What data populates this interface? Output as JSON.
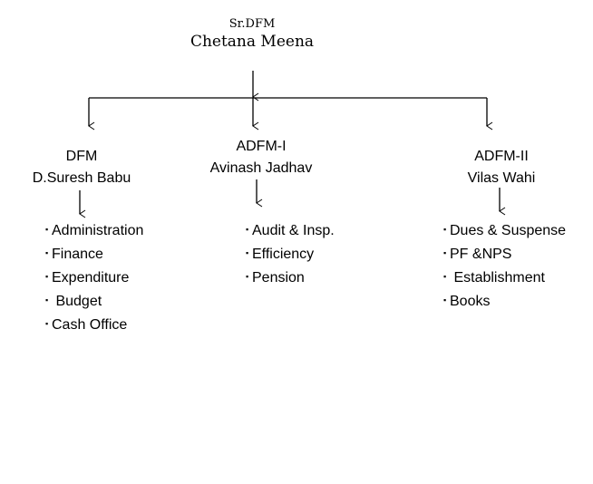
{
  "head": {
    "title": "Sr.DFM",
    "name": "Chetana Meena"
  },
  "branches": [
    {
      "title": "DFM",
      "name": "D.Suresh Babu",
      "items": [
        "Administration",
        "Finance",
        "Expenditure",
        " Budget",
        "Cash Office"
      ]
    },
    {
      "title": "ADFM-I",
      "name": "Avinash Jadhav",
      "items": [
        "Audit & Insp.",
        "Efficiency",
        "Pension"
      ]
    },
    {
      "title": "ADFM-II",
      "name": "Vilas Wahi",
      "items": [
        "Dues & Suspense",
        "PF &NPS",
        " Establishment",
        "Books"
      ]
    }
  ],
  "bullet_glyph": "▪"
}
